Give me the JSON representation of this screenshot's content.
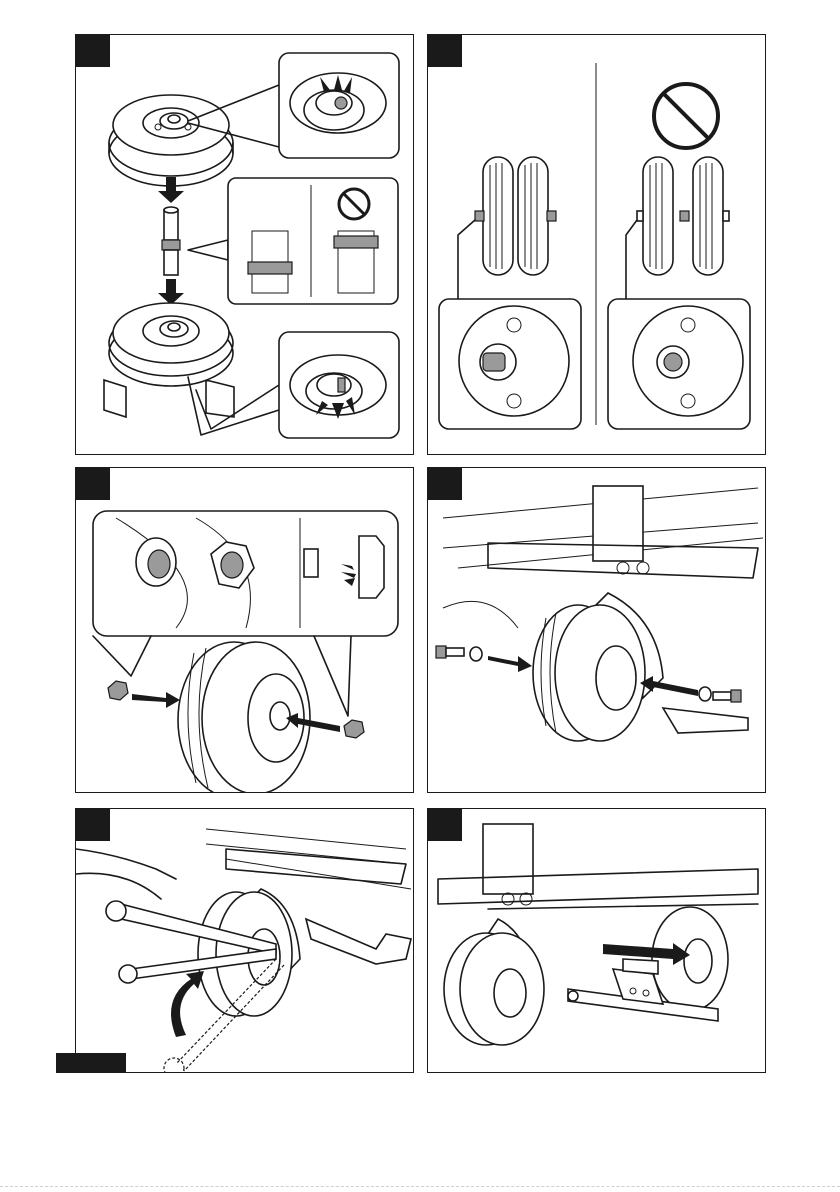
{
  "page": {
    "panels": [
      {
        "id": "step-1",
        "depicts": "wheel-hub-spacer-install"
      },
      {
        "id": "step-2",
        "depicts": "correct-vs-wrong-spacer-orientation"
      },
      {
        "id": "step-3",
        "depicts": "wheel-nut-install"
      },
      {
        "id": "step-4",
        "depicts": "caster-fork-bolt-install"
      },
      {
        "id": "step-5",
        "depicts": "tighten-with-wrenches"
      },
      {
        "id": "step-6",
        "depicts": "remove-jack"
      }
    ],
    "icons": [
      "arrow-icon",
      "prohibited-icon",
      "wheel-icon",
      "nut-icon",
      "bolt-icon",
      "washer-icon",
      "wrench-icon",
      "jack-icon"
    ],
    "colors": {
      "ink": "#1a1a1a",
      "paper": "#ffffff",
      "fill_gray": "#9a9a9a"
    }
  }
}
